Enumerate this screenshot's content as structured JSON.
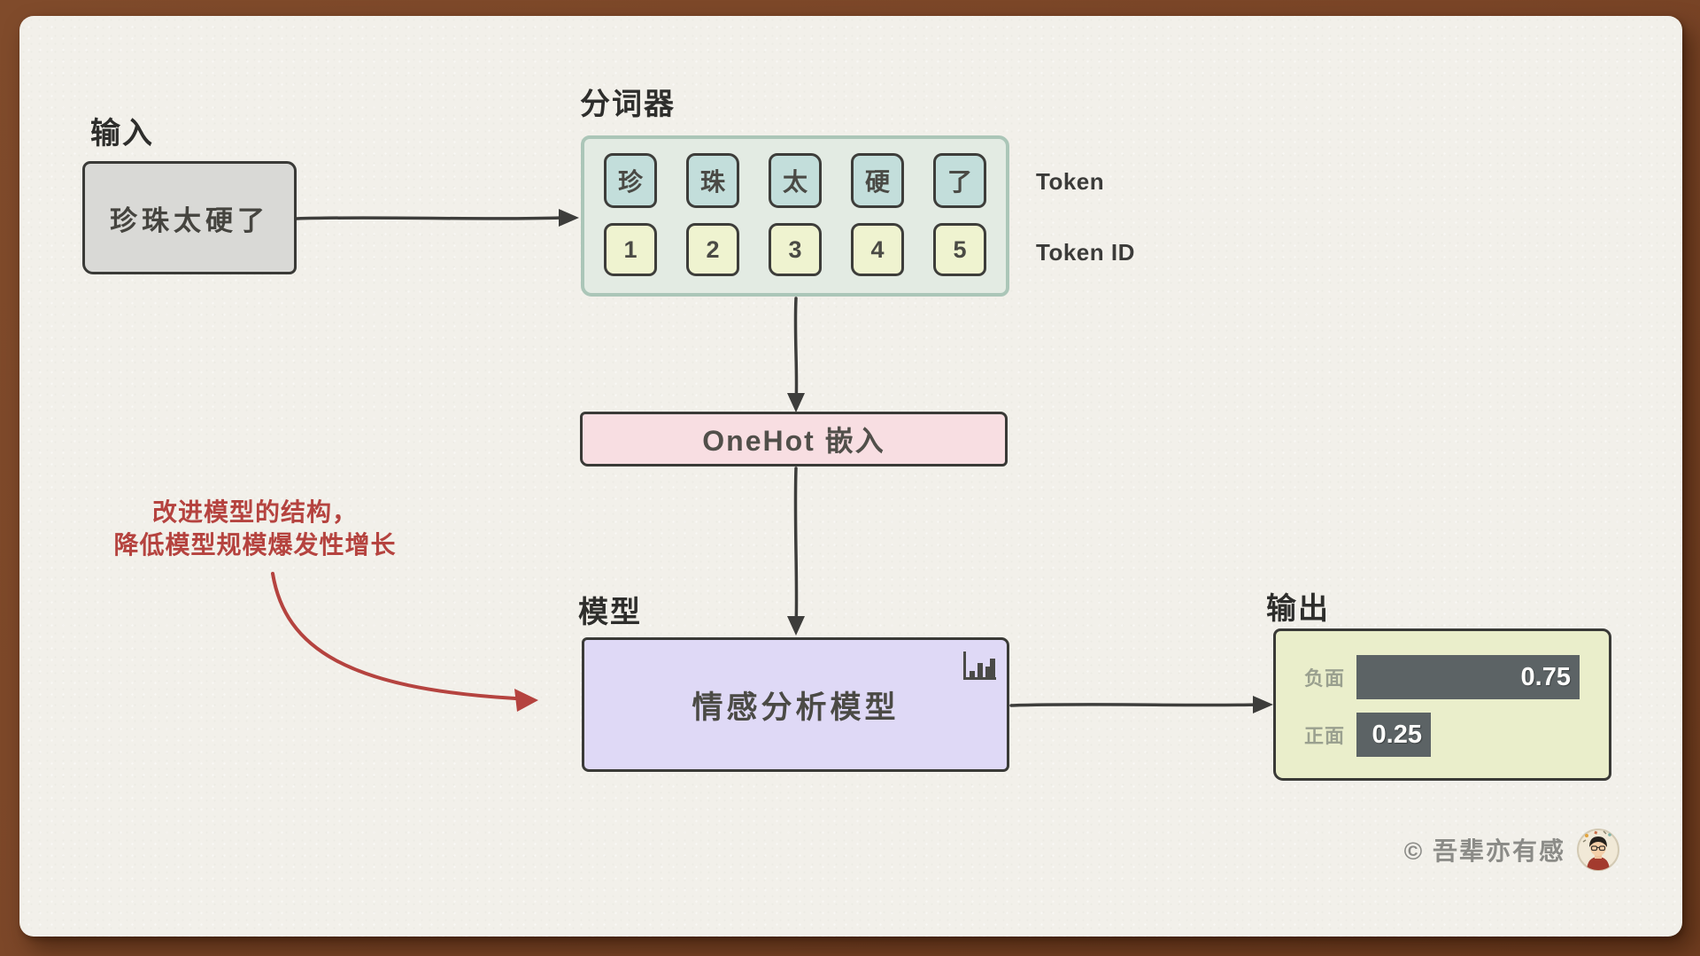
{
  "input": {
    "label": "输入",
    "text": "珍珠太硬了"
  },
  "tokenizer": {
    "label": "分词器",
    "tokens": [
      "珍",
      "珠",
      "太",
      "硬",
      "了"
    ],
    "ids": [
      "1",
      "2",
      "3",
      "4",
      "5"
    ],
    "token_row_label": "Token",
    "id_row_label": "Token ID"
  },
  "embedding": {
    "label": "OneHot 嵌入"
  },
  "annotation": {
    "line1": "改进模型的结构，",
    "line2": "降低模型规模爆发性增长"
  },
  "model": {
    "label": "模型",
    "name": "情感分析模型",
    "icon": "bar-chart-icon"
  },
  "output": {
    "label": "输出",
    "bars": [
      {
        "label": "负面",
        "value": 0.75,
        "display": "0.75"
      },
      {
        "label": "正面",
        "value": 0.25,
        "display": "0.25"
      }
    ]
  },
  "watermark": {
    "text": "© 吾辈亦有感",
    "avatar": "author-avatar"
  },
  "colors": {
    "frame": "#7a4527",
    "paper": "#f2f0ea",
    "ink": "#3a3a37",
    "accent_red": "#b5433f",
    "input_box": "#d9d9d6",
    "token_cell": "#c3dedb",
    "id_cell": "#eff3d0",
    "tokenizer_panel": "#e3ebe3",
    "tokenizer_border": "#abc6b8",
    "embedding_box": "#f8dee2",
    "model_box": "#dfd9f6",
    "output_box": "#eaeecb",
    "bar_fill": "#5c6365"
  }
}
